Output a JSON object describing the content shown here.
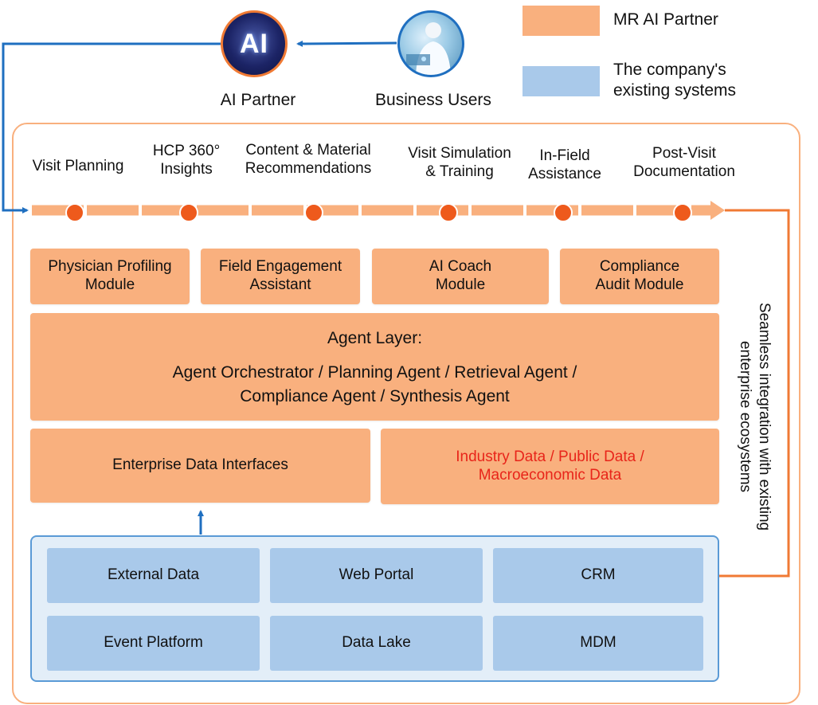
{
  "top": {
    "ai_partner_label": "AI Partner",
    "ai_logo_text": "AI",
    "business_users_label": "Business Users"
  },
  "legend": {
    "items": [
      {
        "label": "MR AI Partner",
        "color": "#f9b07e"
      },
      {
        "label": "The company's\nexisting systems",
        "color": "#a9c9ea"
      }
    ]
  },
  "steps": [
    "Visit Planning",
    "HCP 360°\nInsights",
    "Content & Material\nRecommendations",
    "Visit Simulation\n& Training",
    "In-Field\nAssistance",
    "Post-Visit\nDocumentation"
  ],
  "modules": [
    "Physician Profiling\nModule",
    "Field Engagement\nAssistant",
    "AI Coach\nModule",
    "Compliance\nAudit Module"
  ],
  "agent_layer": {
    "title": "Agent Layer:",
    "line1": "Agent Orchestrator / Planning Agent / Retrieval Agent /",
    "line2": "Compliance Agent / Synthesis Agent"
  },
  "data_sources": {
    "enterprise": "Enterprise Data Interfaces",
    "external": "Industry Data / Public Data /\nMacroeconomic Data"
  },
  "systems": [
    "External Data",
    "Web Portal",
    "CRM",
    "Event Platform",
    "Data Lake",
    "MDM"
  ],
  "side_text": "Seamless integration with existing\nenterprise ecosystems",
  "colors": {
    "orange": "#f9b07e",
    "blue": "#a9c9ea",
    "dot": "#ee5a1c",
    "arrow_blue": "#1f6fc0",
    "arrow_orange": "#f07a34",
    "red_text": "#e8251a"
  }
}
